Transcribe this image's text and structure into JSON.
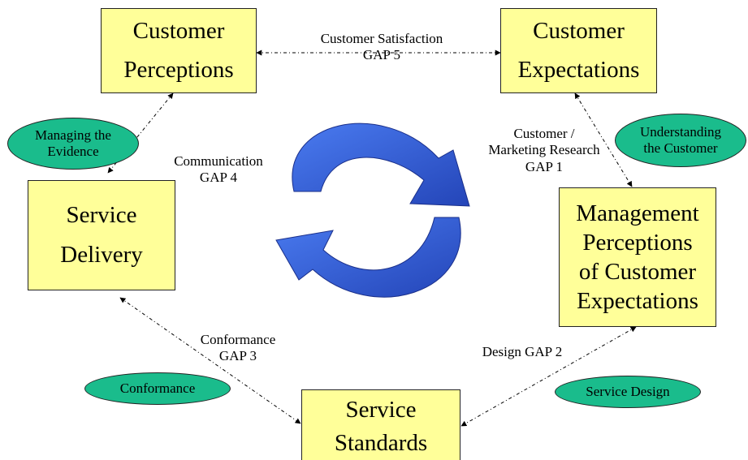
{
  "boxes": {
    "customer_perceptions": [
      "Customer",
      "Perceptions"
    ],
    "customer_expectations": [
      "Customer",
      "Expectations"
    ],
    "service_delivery": [
      "Service",
      "Delivery"
    ],
    "management_perceptions": [
      "Management",
      "Perceptions",
      "of Customer",
      "Expectations"
    ],
    "service_standards": [
      "Service",
      "Standards"
    ]
  },
  "gaps": {
    "gap5": [
      "Customer Satisfaction",
      "GAP 5"
    ],
    "gap1": [
      "Customer /",
      "Marketing Research",
      "GAP 1"
    ],
    "gap4": [
      "Communication",
      "GAP 4"
    ],
    "gap3": [
      "Conformance",
      "GAP 3"
    ],
    "gap2": [
      "Design GAP 2"
    ]
  },
  "ellipses": {
    "managing_evidence": [
      "Managing the",
      "Evidence"
    ],
    "understanding_customer": [
      "Understanding",
      "the Customer"
    ],
    "conformance": [
      "Conformance"
    ],
    "service_design": [
      "Service Design"
    ]
  },
  "colors": {
    "box_fill": "#ffff99",
    "ellipse_fill": "#1abc8c",
    "arrow_blue": "#3a63df"
  }
}
